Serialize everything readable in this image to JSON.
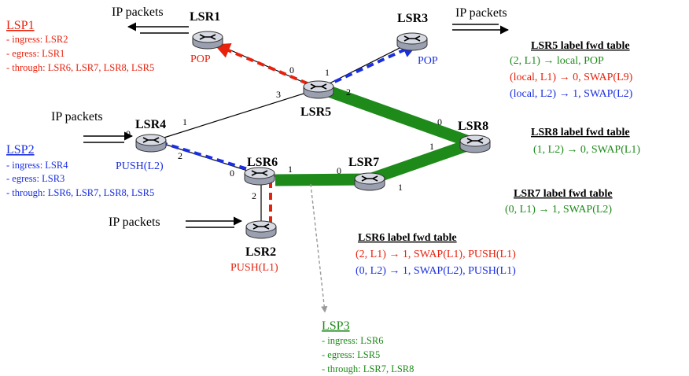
{
  "colors": {
    "lsp1": "#e8210d",
    "lsp2": "#1a2ee0",
    "lsp3": "#1e8a1a",
    "router_fill": "#c9ccd6",
    "router_stroke": "#333333",
    "link": "#000000"
  },
  "routers": {
    "lsr1": {
      "name": "LSR1",
      "note": "POP"
    },
    "lsr2": {
      "name": "LSR2",
      "note": "PUSH(L1)"
    },
    "lsr3": {
      "name": "LSR3",
      "note": "POP"
    },
    "lsr4": {
      "name": "LSR4",
      "note": "PUSH(L2)"
    },
    "lsr5": {
      "name": "LSR5",
      "note": ""
    },
    "lsr6": {
      "name": "LSR6",
      "note": ""
    },
    "lsr7": {
      "name": "LSR7",
      "note": ""
    },
    "lsr8": {
      "name": "LSR8",
      "note": ""
    }
  },
  "ports": {
    "lsr1_0": "0",
    "lsr3_1": "1",
    "lsr5_3": "3",
    "lsr5_2": "2",
    "lsr4_0": "0",
    "lsr4_1": "1",
    "lsr4_2": "2",
    "lsr6_0": "0",
    "lsr6_1": "1",
    "lsr6_2": "2",
    "lsr7_0": "0",
    "lsr7_1": "1",
    "lsr8_0": "0",
    "lsr8_1": "1"
  },
  "ip_packets": {
    "top_left": "IP packets",
    "top_right": "IP packets",
    "lsr4": "IP packets",
    "lsr2": "IP packets"
  },
  "lsps": {
    "lsp1": {
      "title": "LSP1",
      "lines": [
        "- ingress: LSR2",
        "- egress: LSR1",
        "- through: LSR6, LSR7, LSR8, LSR5"
      ]
    },
    "lsp2": {
      "title": "LSP2",
      "lines": [
        "- ingress: LSR4",
        "- egress: LSR3",
        "- through: LSR6, LSR7, LSR8, LSR5"
      ]
    },
    "lsp3": {
      "title": "LSP3",
      "lines": [
        "- ingress: LSR6",
        "- egress: LSR5",
        "- through: LSR7, LSR8"
      ]
    }
  },
  "tables": {
    "lsr5": {
      "title": "LSR5 label fwd table",
      "rows": [
        "(2, L1) → local, POP",
        "(local, L1) → 0, SWAP(L9)",
        "(local, L2) → 1, SWAP(L2)"
      ]
    },
    "lsr8": {
      "title": "LSR8 label fwd table",
      "rows": [
        "(1, L2) → 0, SWAP(L1)"
      ]
    },
    "lsr7": {
      "title": "LSR7 label fwd table",
      "rows": [
        "(0, L1) → 1, SWAP(L2)"
      ]
    },
    "lsr6": {
      "title": "LSR6 label fwd table",
      "rows": [
        "(2, L1) → 1, SWAP(L1), PUSH(L1)",
        "(0, L2) → 1, SWAP(L2), PUSH(L1)"
      ]
    }
  }
}
